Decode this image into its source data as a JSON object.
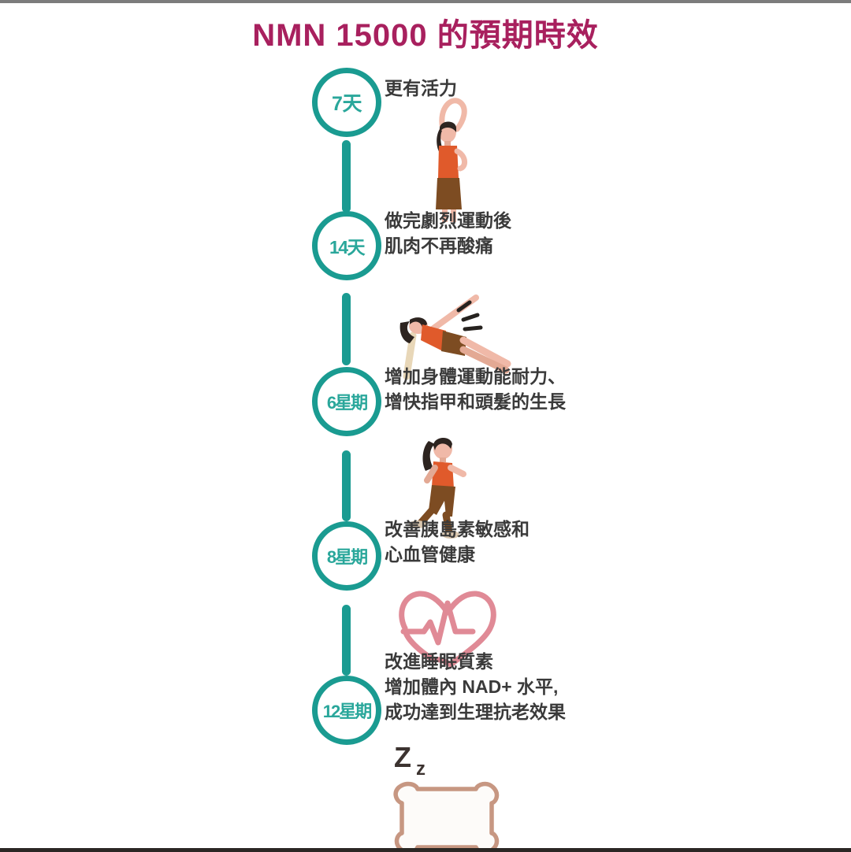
{
  "page": {
    "title": "NMN 15000 的預期時效",
    "title_color": "#a8205e",
    "background": "#ffffff",
    "accent_color": "#1a9b91"
  },
  "timeline": {
    "nodes": [
      {
        "badge": "7天",
        "lines": [
          "更有活力"
        ],
        "illustration": "stretching-woman-icon"
      },
      {
        "badge": "14天",
        "lines": [
          "做完劇烈運動後",
          "肌肉不再酸痛"
        ],
        "illustration": "side-plank-woman-icon"
      },
      {
        "badge": "6星期",
        "lines": [
          "增加身體運動能耐力、",
          "增快指甲和頭髮的生長"
        ],
        "illustration": "running-woman-icon"
      },
      {
        "badge": "8星期",
        "lines": [
          "改善胰島素敏感和",
          "心血管健康"
        ],
        "illustration": "heartbeat-heart-icon"
      },
      {
        "badge": "12星期",
        "lines": [
          "改進睡眠質素",
          "增加體內 NAD+ 水平,",
          "成功達到生理抗老效果"
        ],
        "illustration": "sleeping-pillow-icon"
      }
    ]
  },
  "illustration_labels": {
    "sleep_z_big": "Z",
    "sleep_z_small": "z"
  }
}
